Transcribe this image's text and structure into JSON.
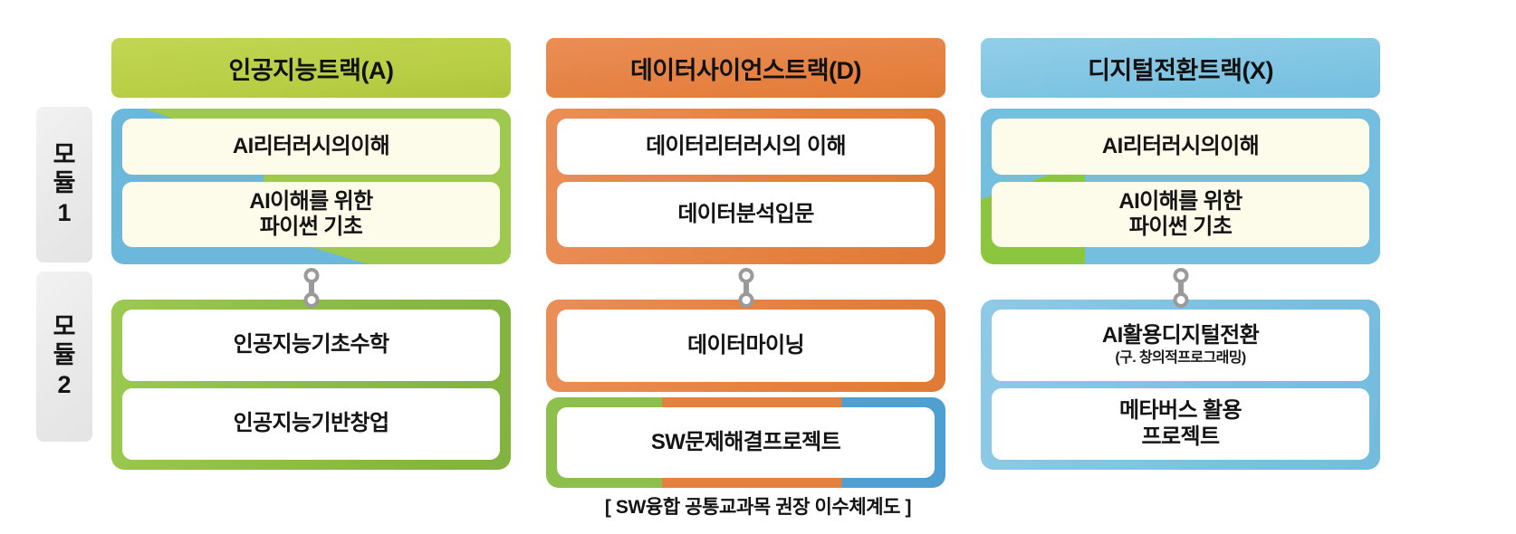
{
  "diagram": {
    "caption": "[ SW융합 공통교과목 권장 이수체계도 ]",
    "module_labels": [
      {
        "name": "모듈",
        "char1": "모",
        "char2": "듈",
        "number": "1"
      },
      {
        "name": "모듈",
        "char1": "모",
        "char2": "듈",
        "number": "2"
      }
    ],
    "colors": {
      "green": "#9cc94f",
      "green_dark": "#8bbb45",
      "green_header": "#bcd24b",
      "orange": "#e5813f",
      "orange_header": "#e8854a",
      "blue": "#74bee0",
      "blue_header": "#82c6e4",
      "blue_dark": "#4f9fd0",
      "cream": "#fdfcea",
      "white": "#ffffff",
      "label_gray": "#ededed",
      "connector_gray": "#9a9a9a",
      "text": "#141414"
    },
    "tracks": [
      {
        "id": "A",
        "header": "인공지능트랙(A)",
        "header_color": "#bcd24b",
        "modules": [
          {
            "module": "1",
            "frame_style": "blue-green-diagonal",
            "courses": [
              {
                "title": "AI리터러시의이해",
                "sub": "",
                "card_color": "#fdfcea"
              },
              {
                "title": "AI이해를 위한\n파이썬 기초",
                "line1": "AI이해를 위한",
                "line2": "파이썬 기초",
                "sub": "",
                "card_color": "#fdfcea"
              }
            ]
          },
          {
            "module": "2",
            "frame_style": "green",
            "courses": [
              {
                "title": "인공지능기초수학",
                "sub": "",
                "card_color": "#ffffff"
              },
              {
                "title": "인공지능기반창업",
                "sub": "",
                "card_color": "#ffffff"
              }
            ]
          }
        ]
      },
      {
        "id": "D",
        "header": "데이터사이언스트랙(D)",
        "header_color": "#e8854a",
        "modules": [
          {
            "module": "1",
            "frame_style": "orange",
            "courses": [
              {
                "title": "데이터리터러시의 이해",
                "sub": "",
                "card_color": "#ffffff"
              },
              {
                "title": "데이터분석입문",
                "sub": "",
                "card_color": "#ffffff"
              }
            ]
          },
          {
            "module": "2",
            "frame_style": "orange",
            "courses": [
              {
                "title": "데이터마이닝",
                "sub": "",
                "card_color": "#ffffff"
              }
            ]
          },
          {
            "module": "2b",
            "frame_style": "tri-color",
            "courses": [
              {
                "title": "SW문제해결프로젝트",
                "sub": "",
                "card_color": "#ffffff"
              }
            ]
          }
        ]
      },
      {
        "id": "X",
        "header": "디지털전환트랙(X)",
        "header_color": "#82c6e4",
        "modules": [
          {
            "module": "1",
            "frame_style": "green-blue-diagonal",
            "courses": [
              {
                "title": "AI리터러시의이해",
                "sub": "",
                "card_color": "#fdfcea"
              },
              {
                "title": "AI이해를 위한\n파이썬 기초",
                "line1": "AI이해를 위한",
                "line2": "파이썬 기초",
                "sub": "",
                "card_color": "#fdfcea"
              }
            ]
          },
          {
            "module": "2",
            "frame_style": "blue",
            "courses": [
              {
                "title": "AI활용디지털전환",
                "sub": "(구. 창의적프로그래밍)",
                "card_color": "#ffffff"
              },
              {
                "title": "메타버스 활용\n프로젝트",
                "line1": "메타버스 활용",
                "line2": "프로젝트",
                "sub": "",
                "card_color": "#ffffff"
              }
            ]
          }
        ]
      }
    ],
    "connectors": [
      {
        "name": "connector-track-a",
        "from": "모듈1",
        "to": "모듈2"
      },
      {
        "name": "connector-track-d",
        "from": "모듈1",
        "to": "모듈2"
      },
      {
        "name": "connector-track-x",
        "from": "모듈1",
        "to": "모듈2"
      }
    ]
  }
}
